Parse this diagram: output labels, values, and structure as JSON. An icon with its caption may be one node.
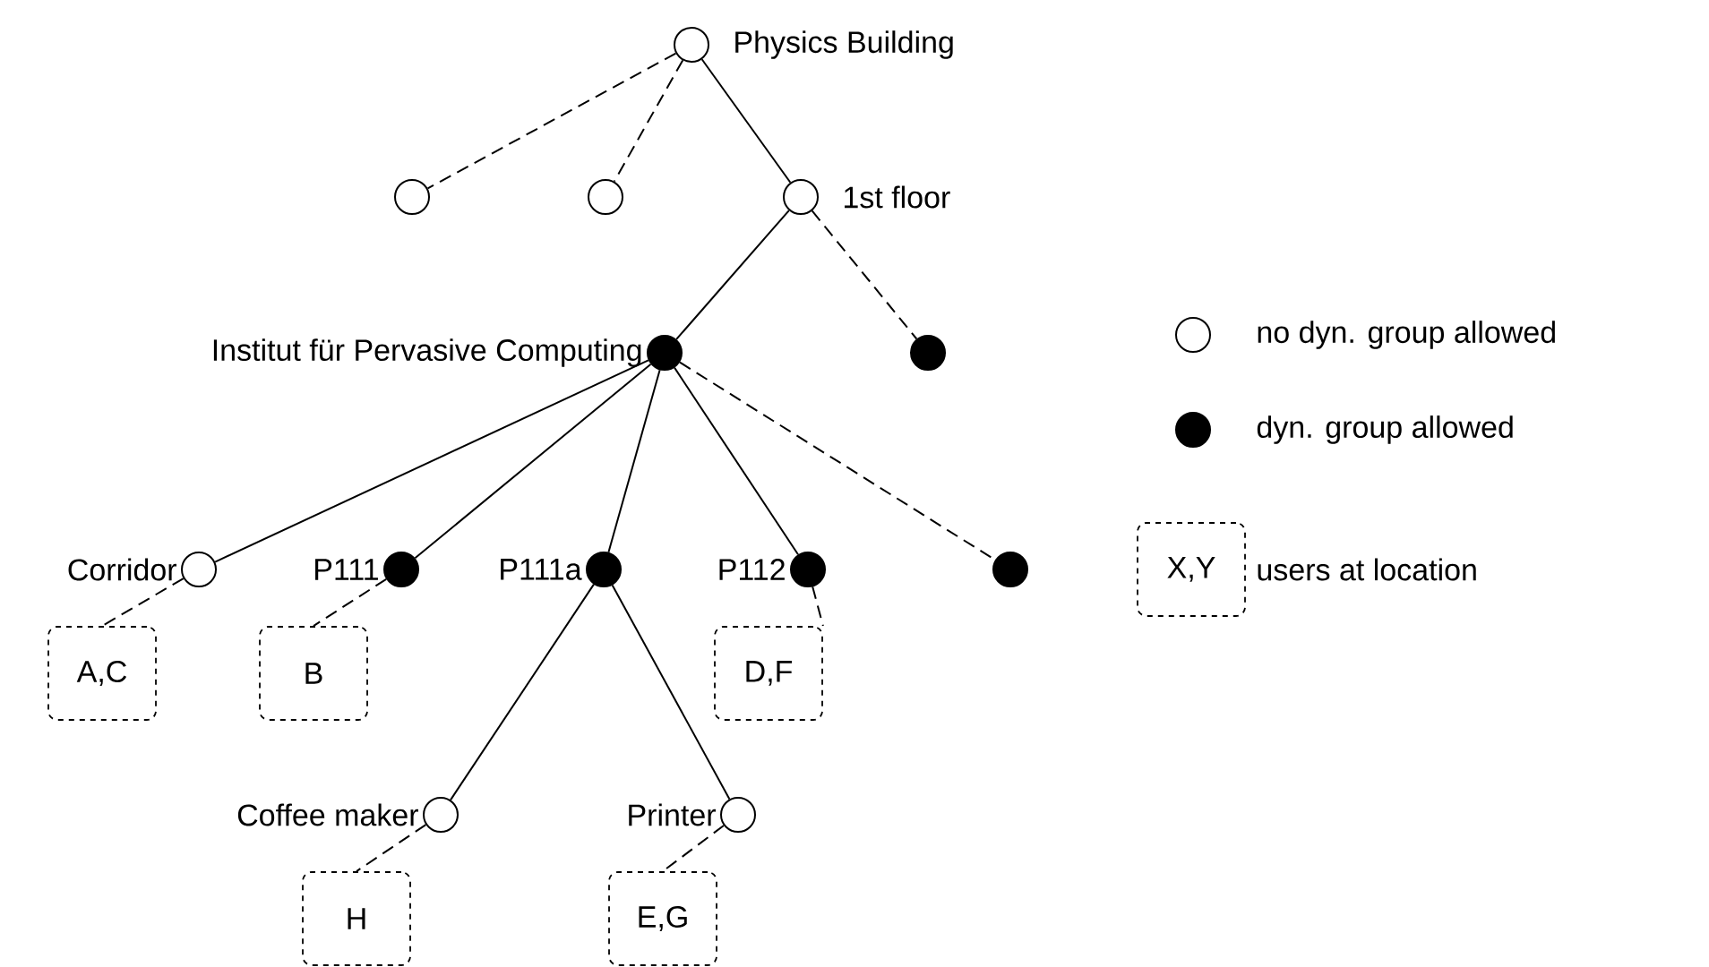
{
  "diagram": {
    "nodes": [
      {
        "text": [],
        "shape": "circle",
        "beside": [
          "Physics Building"
        ]
      },
      {
        "text": [],
        "shape": "circle"
      },
      {
        "text": [],
        "shape": "circle"
      },
      {
        "text": [],
        "shape": "circle",
        "beside": [
          "1st floor"
        ]
      },
      {
        "text": [],
        "shape": "dot",
        "beside": [
          "Institut für Pervasive Computing"
        ]
      },
      {
        "text": [],
        "shape": "dot"
      },
      {
        "text": [],
        "shape": "circle",
        "beside": [
          "Corridor"
        ]
      },
      {
        "text": [],
        "shape": "dot",
        "beside": [
          "P111"
        ]
      },
      {
        "text": [],
        "shape": "dot",
        "beside": [
          "P111a"
        ]
      },
      {
        "text": [],
        "shape": "dot",
        "beside": [
          "P112"
        ]
      },
      {
        "text": [],
        "shape": "dot"
      },
      {
        "text": [],
        "shape": "circle",
        "beside": [
          "Coffee maker"
        ]
      },
      {
        "text": [],
        "shape": "circle",
        "beside": [
          "Printer"
        ]
      },
      {
        "text": [
          "A,C"
        ]
      },
      {
        "text": [
          "B"
        ]
      },
      {
        "text": [
          "D,F"
        ]
      },
      {
        "text": [
          "H"
        ]
      },
      {
        "text": [
          "E,G"
        ]
      }
    ],
    "edges": [
      {
        "from": 0,
        "to": 1,
        "arrow": "none",
        "style": "dashed"
      },
      {
        "from": 0,
        "to": 2,
        "arrow": "none",
        "style": "dashed"
      },
      {
        "from": 0,
        "to": 3,
        "arrow": "none"
      },
      {
        "from": 3,
        "to": 4,
        "arrow": "none"
      },
      {
        "from": 3,
        "to": 5,
        "arrow": "none",
        "style": "dashed"
      },
      {
        "from": 4,
        "to": 6,
        "arrow": "none"
      },
      {
        "from": 4,
        "to": 7,
        "arrow": "none"
      },
      {
        "from": 4,
        "to": 8,
        "arrow": "none"
      },
      {
        "from": 4,
        "to": 9,
        "arrow": "none"
      },
      {
        "from": 4,
        "to": 10,
        "arrow": "none",
        "style": "dashed"
      },
      {
        "from": 8,
        "to": 11,
        "arrow": "none"
      },
      {
        "from": 8,
        "to": 12,
        "arrow": "none"
      },
      {
        "from": 6,
        "to": 13,
        "arrow": "none",
        "style": "dashed"
      },
      {
        "from": 7,
        "to": 14,
        "arrow": "none",
        "style": "dashed"
      },
      {
        "from": 9,
        "to": 15,
        "arrow": "none",
        "style": "dashed"
      },
      {
        "from": 11,
        "to": 16,
        "arrow": "none",
        "style": "dashed"
      },
      {
        "from": 12,
        "to": 17,
        "arrow": "none",
        "style": "dashed"
      }
    ],
    "labels": [
      "X,Y"
    ],
    "legend": [
      {
        "text": "no dyn. group allowed"
      },
      {
        "text": "dyn. group allowed"
      },
      {
        "text": "users at location"
      }
    ]
  }
}
